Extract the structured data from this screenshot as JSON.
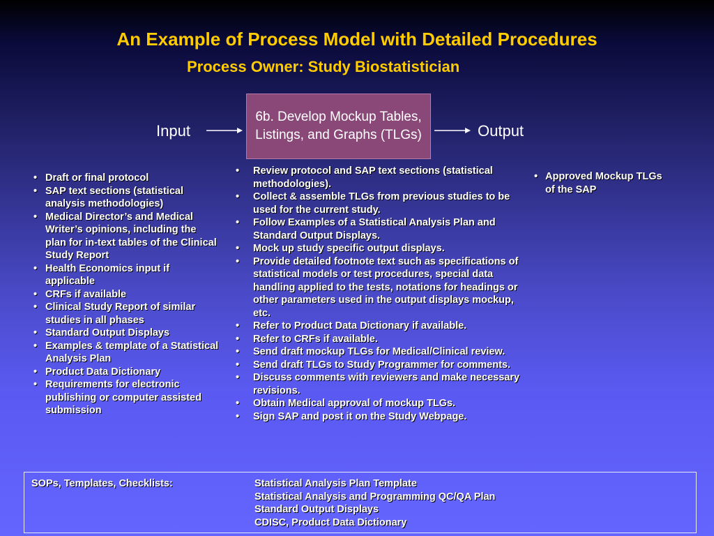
{
  "title": "An Example of Process Model with Detailed Procedures",
  "subtitle": "Process Owner: Study Biostatistician",
  "process": {
    "box_text": "6b. Develop Mockup Tables, Listings, and Graphs (TLGs)",
    "input_label": "Input",
    "output_label": "Output"
  },
  "inputs": [
    "Draft or final protocol",
    "SAP text sections (statistical analysis methodologies)",
    "Medical Director’s and Medical Writer’s opinions, including the plan for in-text tables of the Clinical Study Report",
    "Health Economics input if applicable",
    "CRFs if available",
    "Clinical Study Report of similar studies in all phases",
    "Standard Output Displays",
    "Examples & template of a Statistical Analysis Plan",
    "Product Data Dictionary",
    "Requirements for electronic publishing or computer assisted submission"
  ],
  "procedures": [
    "Review protocol and SAP text sections (statistical methodologies).",
    "Collect & assemble TLGs from previous studies to be used for the current study.",
    "Follow Examples of a Statistical Analysis Plan and Standard Output Displays.",
    "Mock up study specific output displays.",
    "Provide detailed footnote text such as specifications of statistical models or test procedures, special data handling applied to the tests, notations for headings or other parameters used in the output displays mockup, etc.",
    "Refer to Product Data Dictionary if available.",
    "Refer to CRFs if available.",
    "Send draft mockup TLGs for Medical/Clinical review.",
    "Send draft TLGs to Study Programmer for comments.",
    "Discuss comments with reviewers and make necessary revisions.",
    "Obtain Medical approval of mockup TLGs.",
    "Sign SAP and post it on the Study Webpage."
  ],
  "outputs": [
    "Approved Mockup TLGs of the SAP"
  ],
  "bullet_char": "•",
  "sops": {
    "label": "SOPs, Templates, Checklists:",
    "items": [
      "Statistical Analysis Plan Template",
      "Statistical Analysis and Programming QC/QA Plan",
      "Standard Output Displays",
      "CDISC, Product Data Dictionary"
    ]
  },
  "colors": {
    "title": "#ffcc00",
    "process_box": "#8a4878",
    "text": "#ffffff"
  }
}
